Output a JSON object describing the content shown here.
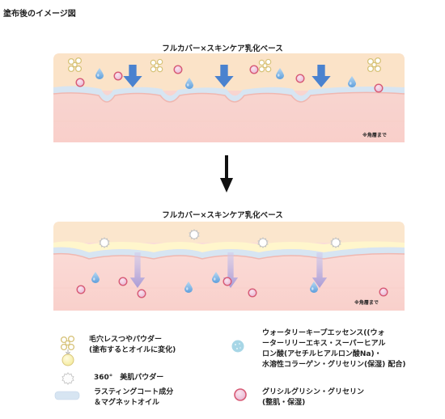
{
  "page_title": "塗布後のイメージ図",
  "panels": {
    "top_title": "フルカバー×スキンケア乳化ベース",
    "top_note": "※角層まで",
    "bottom_title": "フルカバー×スキンケア乳化ベース",
    "bottom_note": "※角層まで"
  },
  "legend": {
    "pore_powder": [
      "毛穴レスつやパウダー",
      "(塗布するとオイルに変化)"
    ],
    "beauty_powder": [
      "360°　美肌パウダー"
    ],
    "lasting": [
      "ラスティングコート成分",
      "＆マグネットオイル"
    ],
    "water_keep": [
      "ウォータリーキープエッセンス((ウォ",
      "ーターリリーエキス・スーパーヒアル",
      "ロン酸(アセチルヒアルロン酸Na)・",
      "水溶性コラーゲン・グリセリン(保湿)  配合)"
    ],
    "glycine": [
      "グリシルグリシン・グリセリン",
      "(整肌・保湿)"
    ]
  },
  "colors": {
    "skin": "#f9d3cf",
    "skin_line": "#efb5ae",
    "foundation": "#fbe3c9",
    "coat": "#d6e4f2",
    "arrow_blue": "#4a82cf",
    "arrow_purple": "#b4a9d9",
    "water_drop": "#7fb4e3",
    "glycine_ring": "#d95f78",
    "glycine_fill": "#e8c2d8",
    "pore_powder": "#d9c67c",
    "pore_yellow": "#f7f1a6"
  }
}
